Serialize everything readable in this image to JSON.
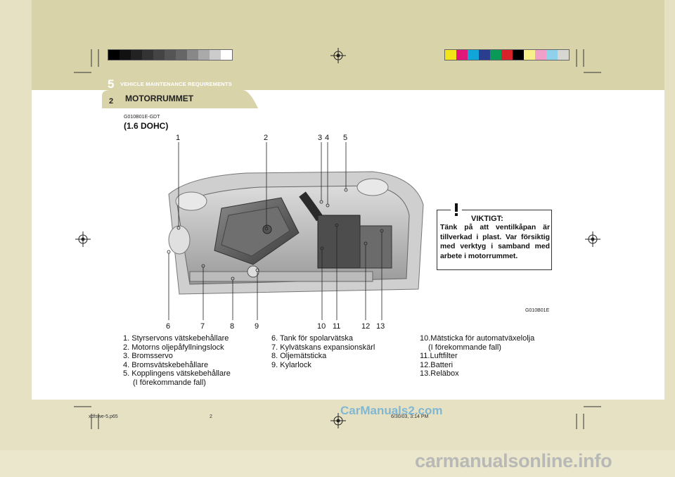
{
  "header": {
    "section_number": "5",
    "section_title": "VEHICLE MAINTENANCE REQUIREMENTS",
    "page_number": "2",
    "tab_title": "MOTORRUMMET"
  },
  "figure": {
    "code": "G010B01E-GDT",
    "subheading": "(1.6 DOHC)",
    "figure_code": "G010B01E",
    "callouts_top": [
      "1",
      "2",
      "3",
      "4",
      "5"
    ],
    "callouts_bottom": [
      "6",
      "7",
      "8",
      "9",
      "10",
      "11",
      "12",
      "13"
    ]
  },
  "warning": {
    "icon": "exclamation-triangle-icon",
    "title": "VIKTIGT:",
    "text": "Tänk på att ventilkåpan är tillverkad i plast. Var försiktig med verktyg i samband med arbete i motorrummet."
  },
  "legend": {
    "col1": [
      "1. Styrservons vätskebehållare",
      "2. Motorns oljepåfyllningslock",
      "3. Bromsservo",
      "4. Bromsvätskebehållare",
      "5. Kopplingens vätskebehållare",
      "(I förekommande fall)"
    ],
    "col2": [
      "6. Tank för spolarvätska",
      "7. Kylvätskans expansionskärl",
      "8. Oljemätsticka",
      "9. Kylarlock"
    ],
    "col3": [
      "10.Mätsticka för automatväxelolja",
      "(I förekommande fall)",
      "11.Luftfilter",
      "12.Batteri",
      "13.Reläbox"
    ]
  },
  "footer": {
    "file": "xdfswe-5.p65",
    "page": "2",
    "date": "6/30/03, 3:14 PM"
  },
  "watermarks": {
    "carmanuals": "CarManuals2.com",
    "site": "carmanualsonline.info"
  },
  "colors": {
    "page_bg": "#e6e1c3",
    "header_band": "#d9d3aa",
    "tab": "#d9d3aa"
  }
}
